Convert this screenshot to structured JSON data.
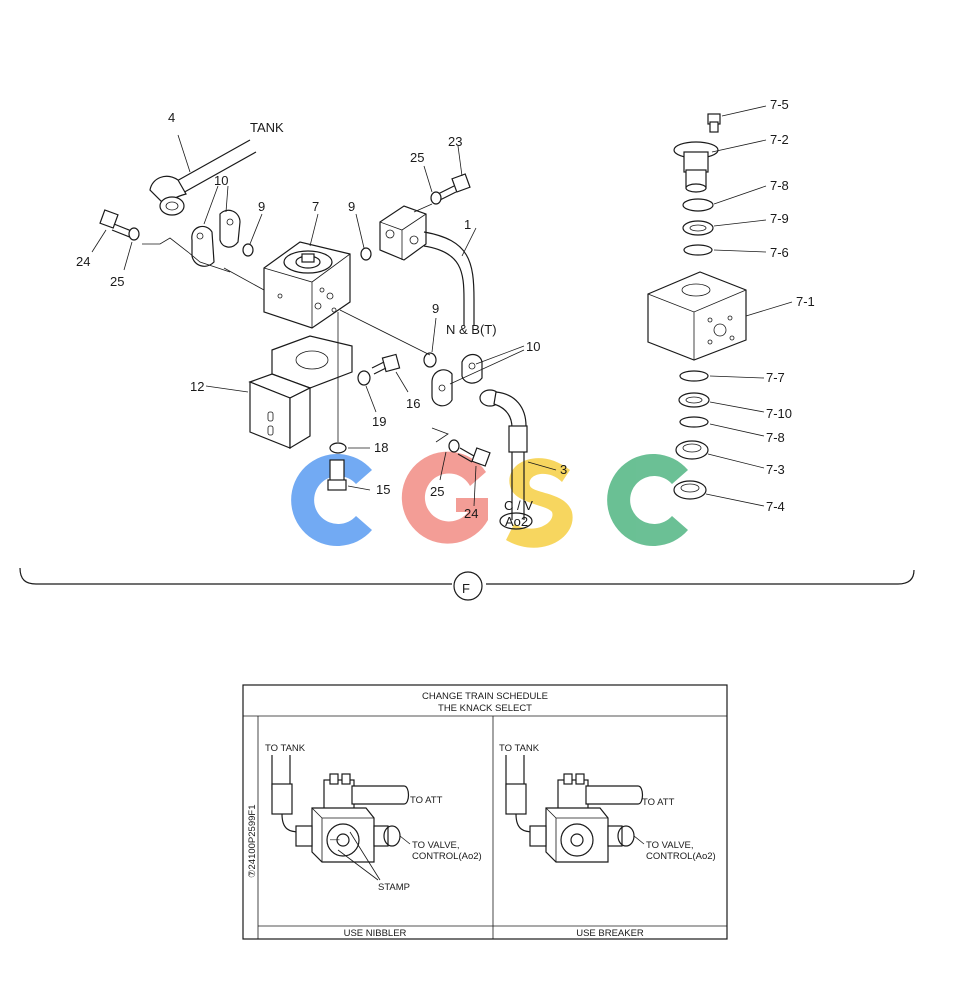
{
  "exploded_view": {
    "labels": {
      "tank": "TANK",
      "nbt": "N & B(T)",
      "cv": "C / V",
      "ao2": "Ao2",
      "section": "F"
    },
    "part_numbers": {
      "p1": "1",
      "p3": "3",
      "p4": "4",
      "p7": "7",
      "p9a": "9",
      "p9b": "9",
      "p9c": "9",
      "p10a": "10",
      "p10b": "10",
      "p12": "12",
      "p15": "15",
      "p16": "16",
      "p18": "18",
      "p19": "19",
      "p23": "23",
      "p24a": "24",
      "p24b": "24",
      "p25a": "25",
      "p25b": "25",
      "p25c": "25",
      "p7_1": "7-1",
      "p7_2": "7-2",
      "p7_3": "7-3",
      "p7_4": "7-4",
      "p7_5": "7-5",
      "p7_6": "7-6",
      "p7_7": "7-7",
      "p7_8a": "7-8",
      "p7_8b": "7-8",
      "p7_9": "7-9",
      "p7_10": "7-10"
    }
  },
  "watermark": {
    "text": "CGSC",
    "colors": [
      "#5b9bf0",
      "#f08d86",
      "#f6cf4b",
      "#5fb98b"
    ]
  },
  "schedule": {
    "title_line1": "CHANGE TRAIN SCHEDULE",
    "title_line2": "THE KNACK SELECT",
    "drawing_id": "⑦24100P2599F1",
    "left": {
      "to_tank": "TO TANK",
      "to_att": "TO ATT",
      "to_valve_1": "TO VALVE,",
      "to_valve_2": "CONTROL(Ao2)",
      "stamp": "STAMP",
      "footer": "USE NIBBLER"
    },
    "right": {
      "to_tank": "TO TANK",
      "to_att": "TO ATT",
      "to_valve_1": "TO VALVE,",
      "to_valve_2": "CONTROL(Ao2)",
      "footer": "USE BREAKER"
    }
  }
}
